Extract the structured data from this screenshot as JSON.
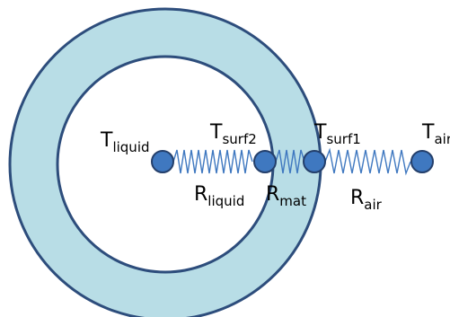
{
  "colors": {
    "ring_fill": "#b8dde6",
    "ring_stroke": "#2d4d7c",
    "node_fill": "#3f78c0",
    "node_stroke": "#243f6b",
    "resistor_stroke": "#3f78c0"
  },
  "labels": {
    "t_liquid": {
      "main": "T",
      "sub": "liquid"
    },
    "t_surf2": {
      "main": "T",
      "sub": "surf2"
    },
    "t_surf1": {
      "main": "T",
      "sub": "surf1"
    },
    "t_air": {
      "main": "T",
      "sub": "air"
    },
    "r_liquid": {
      "main": "R",
      "sub": "liquid"
    },
    "r_mat": {
      "main": "R",
      "sub": "mat"
    },
    "r_air": {
      "main": "R",
      "sub": "air"
    }
  }
}
